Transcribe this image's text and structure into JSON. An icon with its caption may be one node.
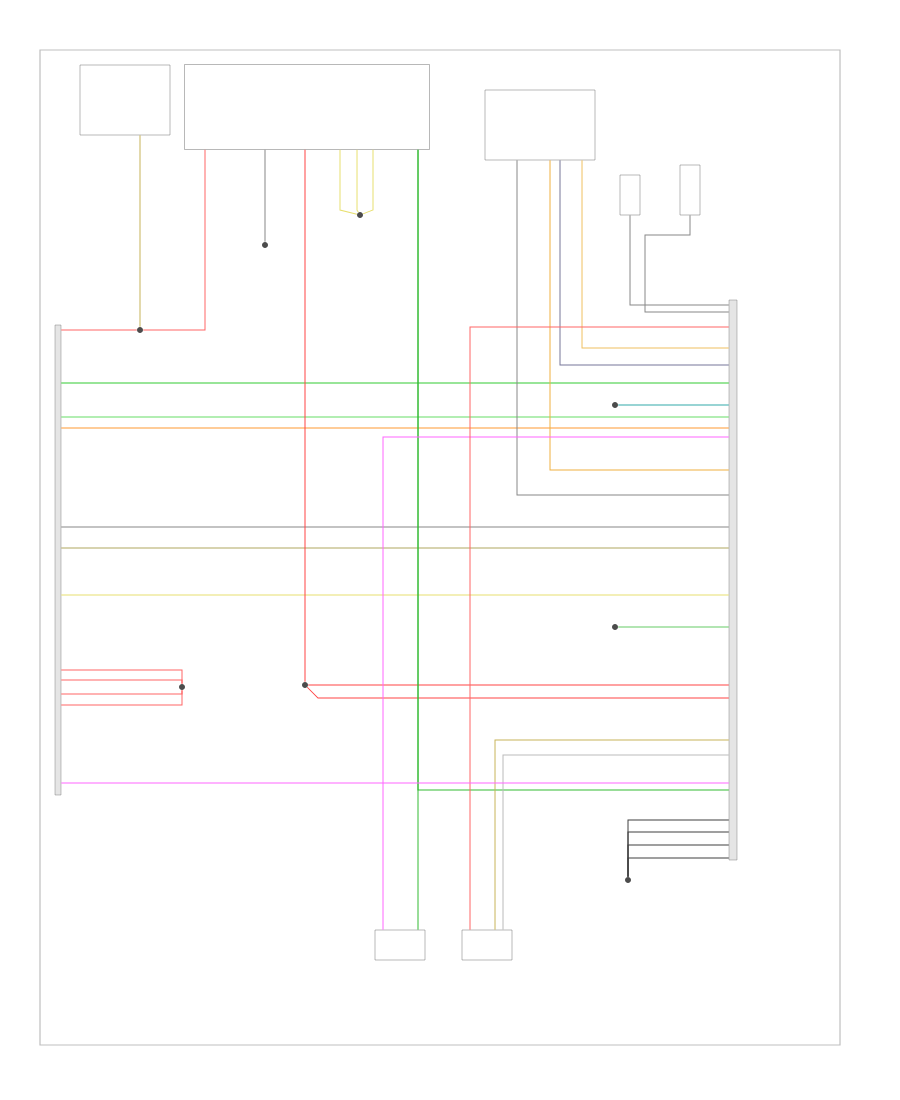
{
  "diagram": {
    "nodes": [
      {
        "text": [],
        "shape": "bar"
      },
      {
        "text": [],
        "shape": "box"
      },
      {
        "text": [],
        "shape": "box"
      },
      {
        "text": [],
        "shape": "box"
      },
      {
        "text": [],
        "shape": "box"
      },
      {
        "text": [],
        "shape": "box"
      },
      {
        "text": [],
        "shape": "bar"
      },
      {
        "text": [],
        "shape": "circle"
      },
      {
        "text": [],
        "shape": "circle"
      },
      {
        "text": [],
        "shape": "circle"
      },
      {
        "text": [],
        "shape": "box"
      },
      {
        "text": [],
        "shape": "box"
      },
      {
        "text": [],
        "shape": "circle"
      },
      {
        "text": [],
        "shape": "circle"
      },
      {
        "text": [],
        "shape": "circle"
      },
      {
        "text": [],
        "shape": "circle"
      },
      {
        "text": [],
        "shape": "circle"
      }
    ],
    "edges": [
      {
        "from": 1,
        "to": 16,
        "arrow": "none",
        "color": "#c8b45a"
      },
      {
        "from": 0,
        "to": 16,
        "arrow": "none",
        "color": "#ff6666"
      },
      {
        "from": 16,
        "to": 2,
        "arrow": "none",
        "color": "#ff6666"
      },
      {
        "from": 0,
        "to": 6,
        "arrow": "none",
        "color": "#33cc33"
      },
      {
        "from": 0,
        "to": 6,
        "arrow": "none",
        "color": "#66dd66"
      },
      {
        "from": 0,
        "to": 6,
        "arrow": "none",
        "color": "#ff9933"
      },
      {
        "from": 0,
        "to": 6,
        "arrow": "none",
        "color": "#888888"
      },
      {
        "from": 0,
        "to": 6,
        "arrow": "none",
        "color": "#b0a860"
      },
      {
        "from": 0,
        "to": 6,
        "arrow": "none",
        "color": "#e8e070"
      },
      {
        "from": 0,
        "to": 12,
        "arrow": "none",
        "color": "#ff6666"
      },
      {
        "from": 0,
        "to": 12,
        "arrow": "none",
        "color": "#ff6666"
      },
      {
        "from": 0,
        "to": 12,
        "arrow": "none",
        "color": "#ff6666"
      },
      {
        "from": 0,
        "to": 12,
        "arrow": "none",
        "color": "#ff6666"
      },
      {
        "from": 2,
        "to": 13,
        "arrow": "none",
        "color": "#ff4444"
      },
      {
        "from": 13,
        "to": 6,
        "arrow": "none",
        "color": "#ff4444"
      },
      {
        "from": 13,
        "to": 6,
        "arrow": "none",
        "color": "#ff4444"
      },
      {
        "from": 2,
        "to": 10,
        "arrow": "none",
        "color": "#33bb33"
      },
      {
        "from": 2,
        "to": 6,
        "arrow": "none",
        "color": "#33bb33"
      },
      {
        "from": 2,
        "to": 8,
        "arrow": "none",
        "color": "#e8e070"
      },
      {
        "from": 2,
        "to": 8,
        "arrow": "none",
        "color": "#e8e070"
      },
      {
        "from": 2,
        "to": 8,
        "arrow": "none",
        "color": "#e8e070"
      },
      {
        "from": 2,
        "to": 7,
        "arrow": "none",
        "color": "#888888"
      },
      {
        "from": 3,
        "to": 6,
        "arrow": "none",
        "color": "#888888"
      },
      {
        "from": 3,
        "to": 6,
        "arrow": "none",
        "color": "#f0b040"
      },
      {
        "from": 3,
        "to": 6,
        "arrow": "none",
        "color": "#777799"
      },
      {
        "from": 3,
        "to": 6,
        "arrow": "none",
        "color": "#f0c060"
      },
      {
        "from": 4,
        "to": 6,
        "arrow": "none",
        "color": "#888888"
      },
      {
        "from": 5,
        "to": 6,
        "arrow": "none",
        "color": "#888888"
      },
      {
        "from": 6,
        "to": 10,
        "arrow": "none",
        "color": "#ff66ff"
      },
      {
        "from": 6,
        "to": 11,
        "arrow": "none",
        "color": "#ff6666"
      },
      {
        "from": 6,
        "to": 11,
        "arrow": "none",
        "color": "#c8b45a"
      },
      {
        "from": 6,
        "to": 11,
        "arrow": "none",
        "color": "#bbbbbb"
      },
      {
        "from": 14,
        "to": 6,
        "arrow": "none",
        "color": "#33aaaa"
      },
      {
        "from": 15,
        "to": 6,
        "arrow": "none",
        "color": "#66cc66"
      },
      {
        "from": 9,
        "to": 6,
        "arrow": "none",
        "color": "#404040"
      },
      {
        "from": 9,
        "to": 6,
        "arrow": "none",
        "color": "#404040"
      },
      {
        "from": 9,
        "to": 6,
        "arrow": "none",
        "color": "#404040"
      },
      {
        "from": 9,
        "to": 6,
        "arrow": "none",
        "color": "#404040"
      },
      {
        "from": 0,
        "to": 6,
        "arrow": "none",
        "color": "#ff66ff"
      }
    ]
  }
}
